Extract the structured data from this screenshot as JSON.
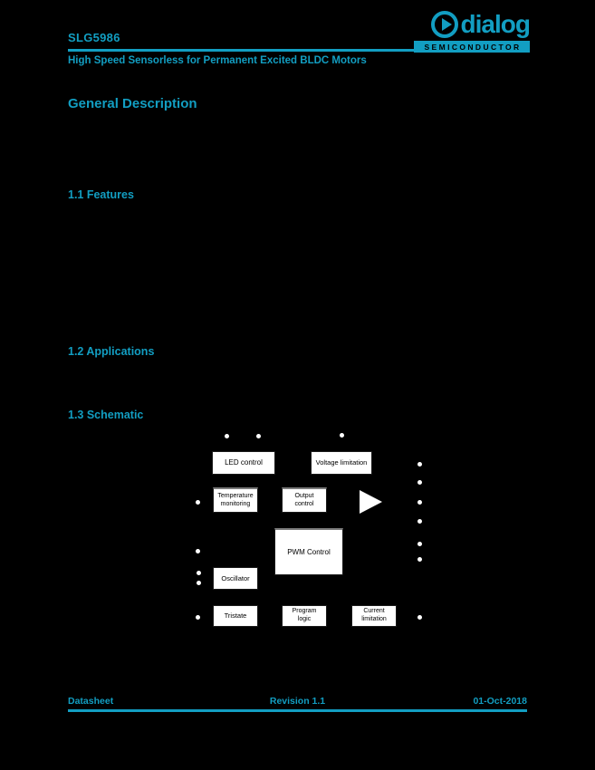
{
  "colors": {
    "accent": "#129ec2",
    "page_background": "#000000",
    "block_fill": "#ffffff",
    "block_text": "#000000",
    "block_top_line": "#7a7a7a"
  },
  "header": {
    "part_number": "SLG5986",
    "subtitle": "High Speed Sensorless for Permanent Excited BLDC Motors",
    "logo_brand": "dialog",
    "logo_tagline": "SEMICONDUCTOR"
  },
  "sections": {
    "general_description": "General Description",
    "features": "1.1 Features",
    "applications": "1.2 Applications",
    "schematic": "1.3 Schematic"
  },
  "diagram": {
    "blocks": {
      "led_control": "LED control",
      "voltage_limitation": "Voltage limitation",
      "temperature_monitoring": "Temperature\nmonitoring",
      "output_control": "Output\ncontrol",
      "pwm_control": "PWM Control",
      "oscillator": "Oscillator",
      "tristate": "Tristate",
      "program_logic": "Program\nlogic",
      "current_limitation": "Current\nlimitation"
    }
  },
  "footer": {
    "document_type": "Datasheet",
    "revision": "Revision 1.1",
    "date": "01-Oct-2018"
  }
}
